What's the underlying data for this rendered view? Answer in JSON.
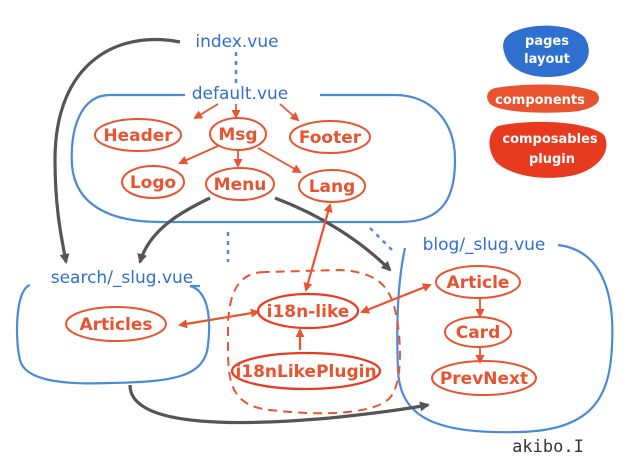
{
  "pages": {
    "index": "index.vue",
    "default": "default.vue",
    "search": "search/_slug.vue",
    "blog": "blog/_slug.vue"
  },
  "components": {
    "header": "Header",
    "msg": "Msg",
    "footer": "Footer",
    "logo": "Logo",
    "menu": "Menu",
    "lang": "Lang",
    "articles": "Articles",
    "article": "Article",
    "card": "Card",
    "prevnext": "PrevNext"
  },
  "plugin": {
    "i18n_like": "i18n-like",
    "i18n_like_plugin": "i18nLikePlugin"
  },
  "legend": {
    "pages_line1": "pages",
    "pages_line2": "layout",
    "components": "components",
    "composables_line1": "composables",
    "composables_line2": "plugin"
  },
  "colors": {
    "pages": "#2f6fd0",
    "components": "#e8542f",
    "plugin": "#e83a1f",
    "arrows": "#555555"
  },
  "signature": "akibo.I"
}
